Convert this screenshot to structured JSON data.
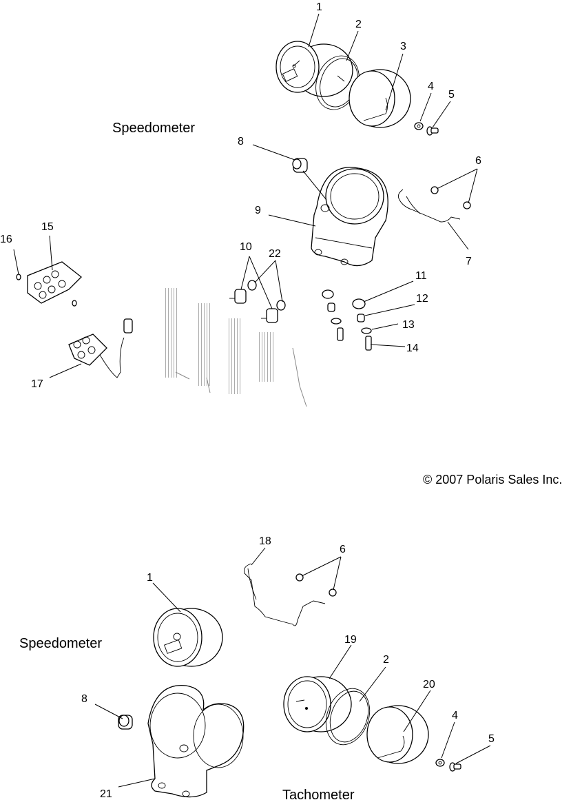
{
  "captions": {
    "speedometer_top": "Speedometer",
    "speedometer_bottom": "Speedometer",
    "tachometer": "Tachometer"
  },
  "copyright": "© 2007 Polaris Sales Inc.",
  "callouts": {
    "c1": "1",
    "c2": "2",
    "c3": "3",
    "c4": "4",
    "c5": "5",
    "c6": "6",
    "c7": "7",
    "c8": "8",
    "c9": "9",
    "c10": "10",
    "c11": "11",
    "c12": "12",
    "c13": "13",
    "c14": "14",
    "c15": "15",
    "c16": "16",
    "c17": "17",
    "c22": "22",
    "d18": "18",
    "d6": "6",
    "d1": "1",
    "d19": "19",
    "d2": "2",
    "d20": "20",
    "d8": "8",
    "d4": "4",
    "d5": "5",
    "d21": "21"
  }
}
